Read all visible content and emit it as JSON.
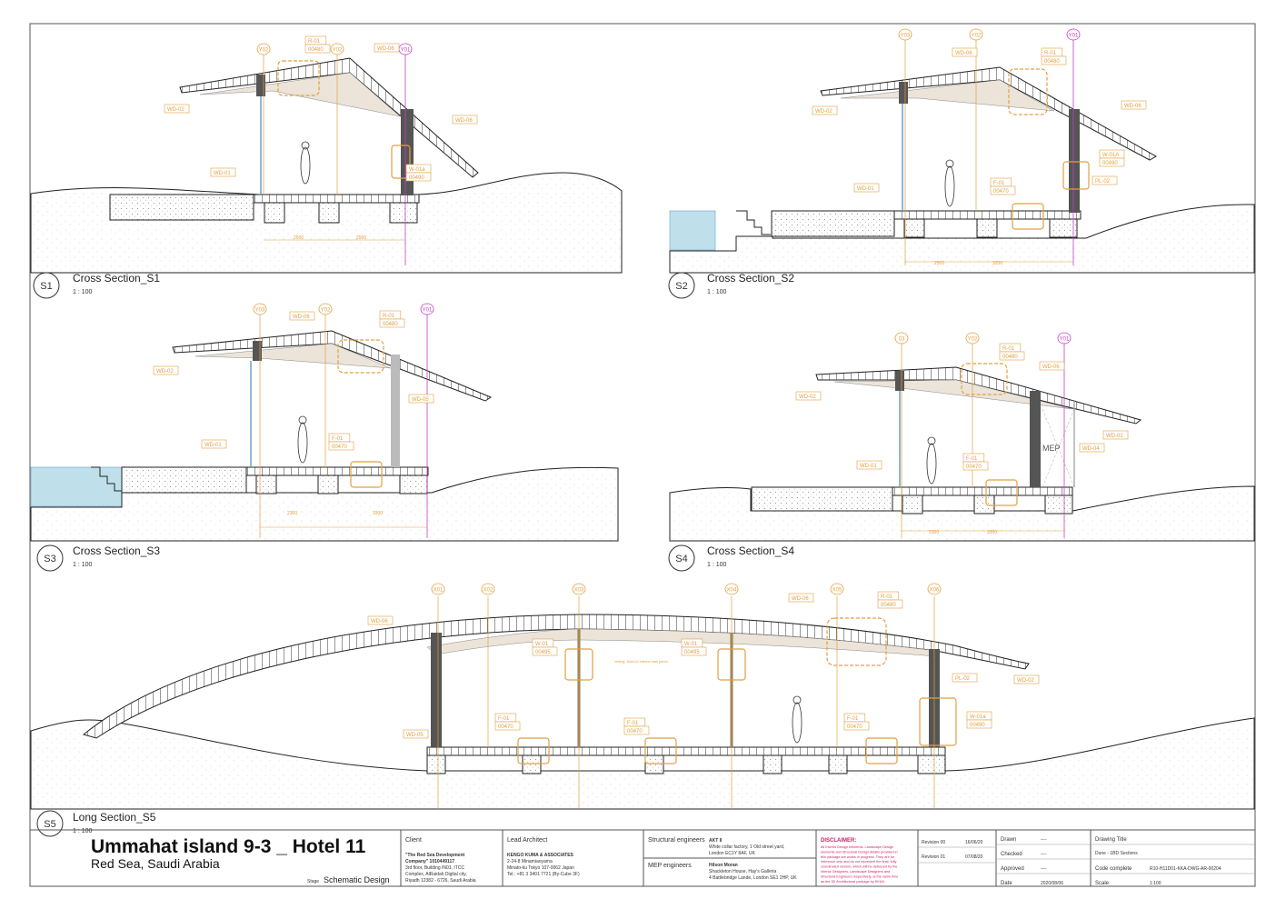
{
  "sections": [
    {
      "id": "s1",
      "tag": "S1",
      "title": "Cross Section_S1",
      "scale": "1 : 100",
      "labels": {
        "roof": "R-01",
        "roof_code": "00480",
        "wd_left": "WD-02",
        "wd_right": "WD-06",
        "wd_top": "WD-06",
        "deck": "WD-01",
        "wall": "W-01a",
        "wall_code": "00490",
        "grid": [
          "Y02",
          "Y02",
          "Y01"
        ],
        "dim": [
          "2500",
          "2900"
        ]
      }
    },
    {
      "id": "s2",
      "tag": "S2",
      "title": "Cross Section_S2",
      "scale": "1 : 100",
      "labels": {
        "roof": "R-01",
        "roof_code": "00480",
        "wd_left": "WD-02",
        "wd_right": "WD-06",
        "wd_top": "WD-06",
        "deck": "WD-01",
        "floor": "F-01",
        "floor_code": "00470",
        "wall": "W-01A",
        "wall_code": "00490",
        "pl": "PL-02",
        "grid": [
          "Y03",
          "Y02",
          "Y01"
        ],
        "dim": [
          "2500",
          "3200"
        ]
      }
    },
    {
      "id": "s3",
      "tag": "S3",
      "title": "Cross Section_S3",
      "scale": "1 : 100",
      "labels": {
        "roof": "R-01",
        "roof_code": "00480",
        "wd_left": "WD-02",
        "wd_right": "WD-05",
        "wd_top": "WD-06",
        "deck": "WD-01",
        "floor": "F-01",
        "floor_code": "00470",
        "grid": [
          "Y03",
          "Y02",
          "Y01"
        ],
        "dim": [
          "2300",
          "3300"
        ]
      }
    },
    {
      "id": "s4",
      "tag": "S4",
      "title": "Cross Section_S4",
      "scale": "1 : 100",
      "labels": {
        "roof": "R-01",
        "roof_code": "00480",
        "wd_left": "WD-02",
        "wd_right": "WD-02",
        "wd_top": "WD-06",
        "deck": "WD-01",
        "floor": "F-01",
        "floor_code": "00470",
        "wd_side": "WD-04",
        "mep": "MEP",
        "grid": [
          "03",
          "Y02",
          "Y01"
        ],
        "dim": [
          "2300",
          "3300"
        ]
      }
    },
    {
      "id": "s5",
      "tag": "S5",
      "title": "Long Section_S5",
      "scale": "1 : 100",
      "labels": {
        "roof": "R-01",
        "roof_code": "00480",
        "wd_top": "WD-06",
        "wd_left": "WD-06",
        "wd_right": "WD-02",
        "wd_low": "WD-05",
        "wall_a": "W-01",
        "wall_a_code": "00495",
        "wall_b": "W-01",
        "wall_b_code": "00495",
        "wall_c": "W-01a",
        "wall_c_code": "00490",
        "pl": "PL-02",
        "floor": "F-01",
        "floor_code": "00470",
        "note": "ceiling: flush to interior wall panel",
        "grid": [
          "X01",
          "X02",
          "X03",
          "X04",
          "X05",
          "X06"
        ]
      }
    }
  ],
  "title_block": {
    "project": "Ummahat island 9-3 _ Hotel 11",
    "location": "Red Sea, Saudi Arabia",
    "stage_label": "Stage",
    "stage": "Schematic Design",
    "client": {
      "heading": "Client",
      "lines": [
        "\"The Red Sea Development",
        "Company\" 1010449117",
        "3rd floor, Building IN01, ITCC",
        "Complex, AlRaidah Digital city,",
        "Riyadh 12382 - 6726, Saudi Arabia"
      ]
    },
    "lead_architect": {
      "heading": "Lead Architect",
      "lines": [
        "KENGO KUMA & ASSOCIATES",
        "2-24-8 Minamiaoyama",
        "Minato-ku Tokyo 107-0062 Japan",
        "Tel.: +81 3 3401 7721 (By-Cube 3F)"
      ]
    },
    "structural": {
      "heading": "Structural engineers",
      "name": "AKT II",
      "lines": [
        "White collar factory, 1 Old street yard,",
        "London EC1Y 8AF, UK"
      ]
    },
    "mep": {
      "heading": "MEP engineers",
      "name": "Hilson Moran",
      "lines": [
        "Shackleton House, Hay's Galleria",
        "4 Battlebridge Lande, London SE1 2HP, UK"
      ]
    },
    "disclaimer": {
      "heading": "DISCLAIMER:",
      "lines": [
        "All Interior Design elements, Landscape Design",
        "elements and Structural Design details provided in",
        "this package are works in progress. They are for",
        "reference only and do not represent the final, fully",
        "coordinated version, which will be delivered by the",
        "Interior Designers, Landscape Designers and",
        "Structural Engineers respectively, at the same time",
        "as the 3D Architectural package by KKAA."
      ]
    },
    "revisions": [
      {
        "label": "Revision 00",
        "date": "16/06/20"
      },
      {
        "label": "Revision 01",
        "date": "07/08/20"
      }
    ],
    "approval": [
      {
        "label": "Drawn",
        "value": "----"
      },
      {
        "label": "Checked",
        "value": "----"
      },
      {
        "label": "Approved",
        "value": "----"
      },
      {
        "label": "Date",
        "value": "2020/08/06"
      }
    ],
    "drawing": [
      {
        "label": "Drawing Title",
        "value": ""
      },
      {
        "label": "",
        "value": "Dune - 1BD Sections"
      },
      {
        "label": "Code complete",
        "value": "R10-H11D01-KKA-DWG-AR-00204"
      },
      {
        "label": "Scale",
        "value": "1:100"
      }
    ]
  },
  "colors": {
    "tag": "#e0a040",
    "line": "#222222",
    "grid_magenta": "#c040c0",
    "water": "#bfe0ea",
    "disclaimer": "#d0206a"
  }
}
